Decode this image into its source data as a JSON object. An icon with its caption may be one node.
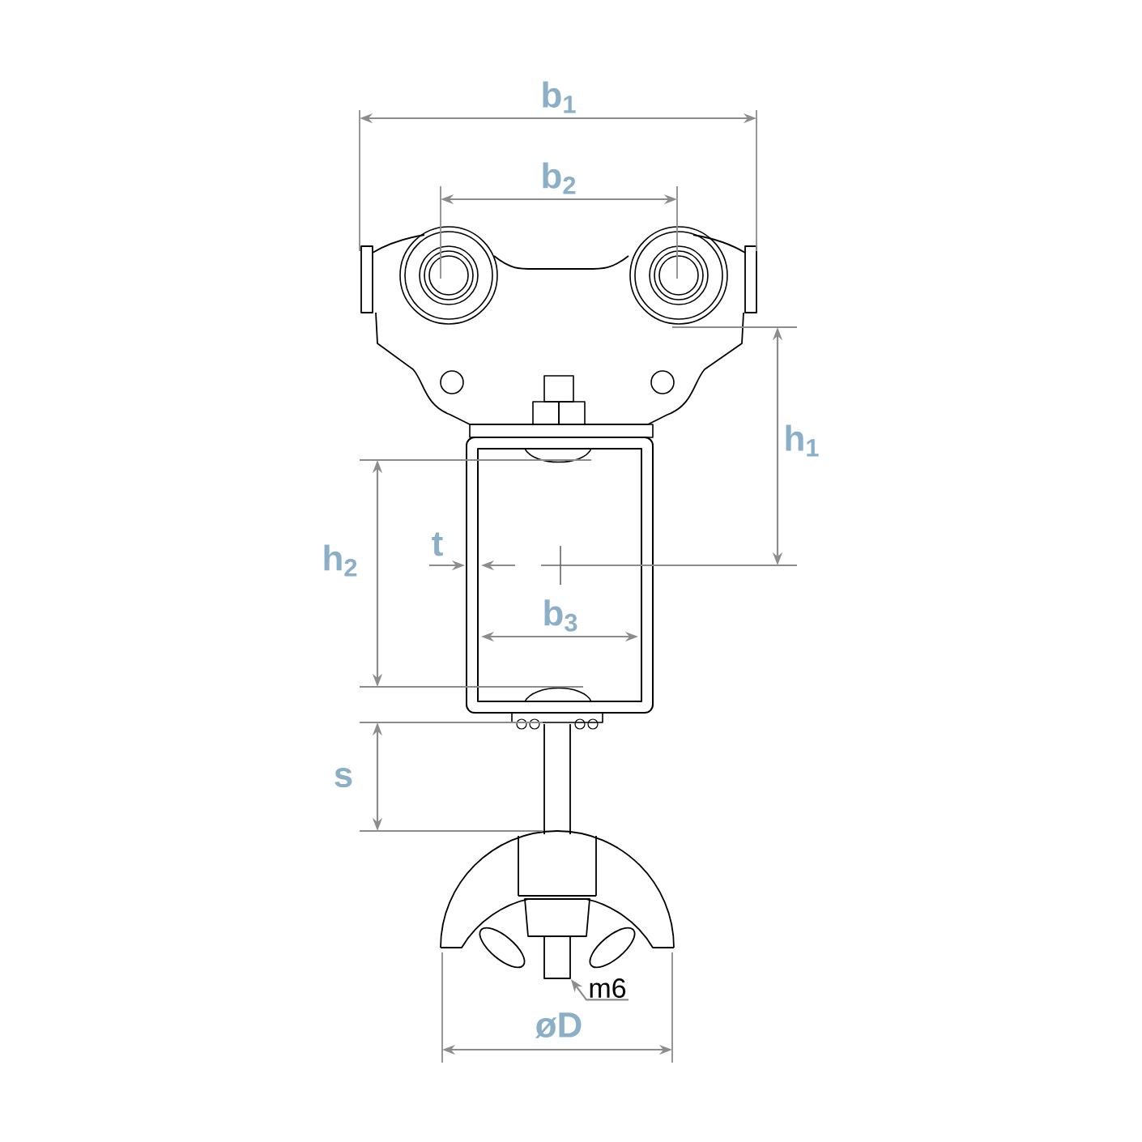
{
  "diagram": {
    "nodes": [
      {
        "text": [
          "m6"
        ]
      },
      {
        "text": [],
        "shape": "bar"
      }
    ],
    "edges": [
      {
        "from": 0,
        "to": 1,
        "arrow": "to"
      }
    ],
    "labels": [
      "b$_{1}$",
      "b$_{2}$",
      "h$_{1}$",
      "h$_{2}$",
      "t",
      "b$_{3}$",
      "s",
      "øD"
    ]
  }
}
